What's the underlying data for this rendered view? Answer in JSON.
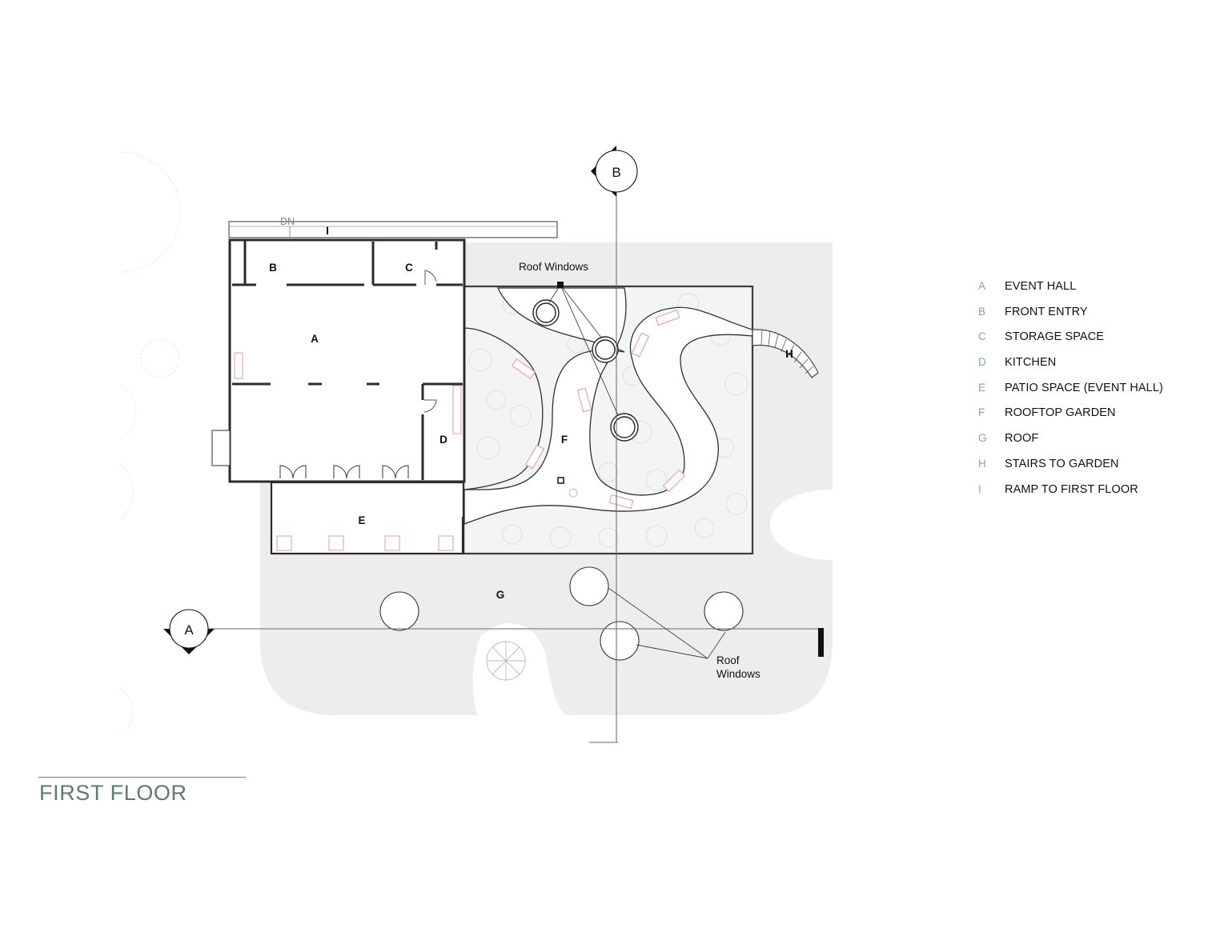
{
  "title": "FIRST FLOOR",
  "accent_color": "#5c7a73",
  "legend_key_color": "#7fa99b",
  "roof_color": "#ededed",
  "garden_color": "#f2f3f3",
  "room_labels": {
    "A": "A",
    "B": "B",
    "C": "C",
    "D": "D",
    "E": "E",
    "F": "F",
    "G": "G",
    "H": "H",
    "I": "I"
  },
  "annotations": {
    "dn": "DN",
    "roof_windows_top": "Roof Windows",
    "roof_windows_bottom_line1": "Roof",
    "roof_windows_bottom_line2": "Windows"
  },
  "section_markers": {
    "a": "A",
    "b": "B"
  },
  "legend": [
    {
      "key": "A",
      "label": "EVENT HALL"
    },
    {
      "key": "B",
      "label": "FRONT ENTRY"
    },
    {
      "key": "C",
      "label": "STORAGE SPACE"
    },
    {
      "key": "D",
      "label": "KITCHEN"
    },
    {
      "key": "E",
      "label": "PATIO SPACE (EVENT HALL)"
    },
    {
      "key": "F",
      "label": "ROOFTOP GARDEN"
    },
    {
      "key": "G",
      "label": "ROOF"
    },
    {
      "key": "H",
      "label": "STAIRS TO GARDEN"
    },
    {
      "key": "I",
      "label": "RAMP TO FIRST FLOOR"
    }
  ]
}
